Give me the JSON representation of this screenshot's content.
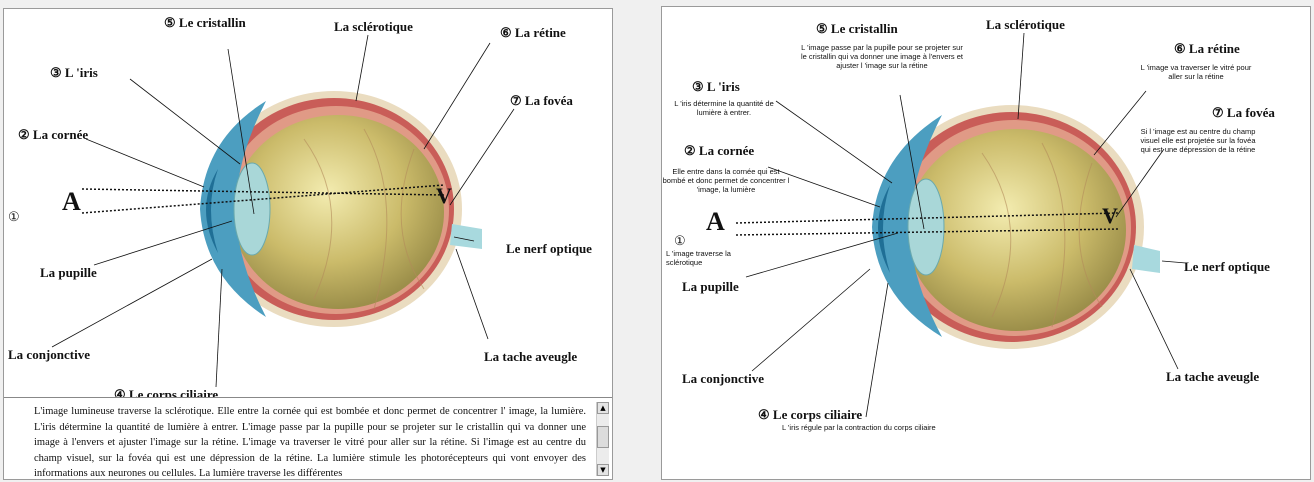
{
  "left": {
    "labels": {
      "cristallin": "⑤ Le cristallin",
      "sclerotique": "La sclérotique",
      "retine": "⑥ La rétine",
      "iris": "③ L 'iris",
      "fovea": "⑦ La fovéa",
      "cornee": "② La cornée",
      "num1": "①",
      "pupille": "La pupille",
      "nerf": "Le nerf optique",
      "conjonctive": "La conjonctive",
      "tache": "La tache aveugle",
      "corps": "④ Le corps ciliaire",
      "A": "A",
      "V": "V"
    },
    "paragraph": "L'image lumineuse traverse la sclérotique. Elle entre la cornée qui est bombée et donc permet de concentrer l' image, la lumière. L'iris détermine la quantité de lumière à entrer. L'image passe par la pupille pour se projeter sur le cristallin qui va donner une image à l'envers et ajuster l'image sur la rétine. L'image va traverser le vitré pour aller sur la rétine. Si l'image est au centre du champ visuel, sur la fovéa qui est une dépression de la rétine. La lumière stimule les photorécepteurs qui vont envoyer des informations aux neurones ou cellules. La lumière traverse les différentes",
    "scroll_up": "▲",
    "scroll_down": "▼"
  },
  "right": {
    "labels": {
      "cristallin": "⑤ Le cristallin",
      "sclerotique": "La sclérotique",
      "retine": "⑥ La rétine",
      "iris": "③ L 'iris",
      "fovea": "⑦ La fovéa",
      "cornee": "② La cornée",
      "num1": "①",
      "pupille": "La pupille",
      "nerf": "Le nerf optique",
      "conjonctive": "La conjonctive",
      "tache": "La tache aveugle",
      "corps": "④ Le corps ciliaire",
      "A": "A",
      "V": "V"
    },
    "notes": {
      "cristallin": "L 'image passe par la pupille pour se projeter sur le cristallin qui va donner une image à l'envers et ajuster l 'image sur la rétine",
      "retine": "L 'image va traverser le vitré pour aller sur la rétine",
      "iris": "L 'iris détermine la quantité de lumière à entrer.",
      "fovea": "Si l 'image est au centre du champ visuel elle est projetée sur la fovéa qui est une dépression de la rétine",
      "cornee": "Elle entre dans la cornée qui est bombé et donc permet de concentrer l 'image, la lumière",
      "num1": "L 'image traverse la sclérotique",
      "corps": "L 'iris régule par la contraction du corps ciliaire"
    }
  },
  "colors": {
    "sclera_outer": "#e8d6b8",
    "sclera_band": "#c75a55",
    "retina_fill": "#d4c870",
    "cornea_blue": "#3f93b5",
    "lens": "#a8d4d6"
  }
}
